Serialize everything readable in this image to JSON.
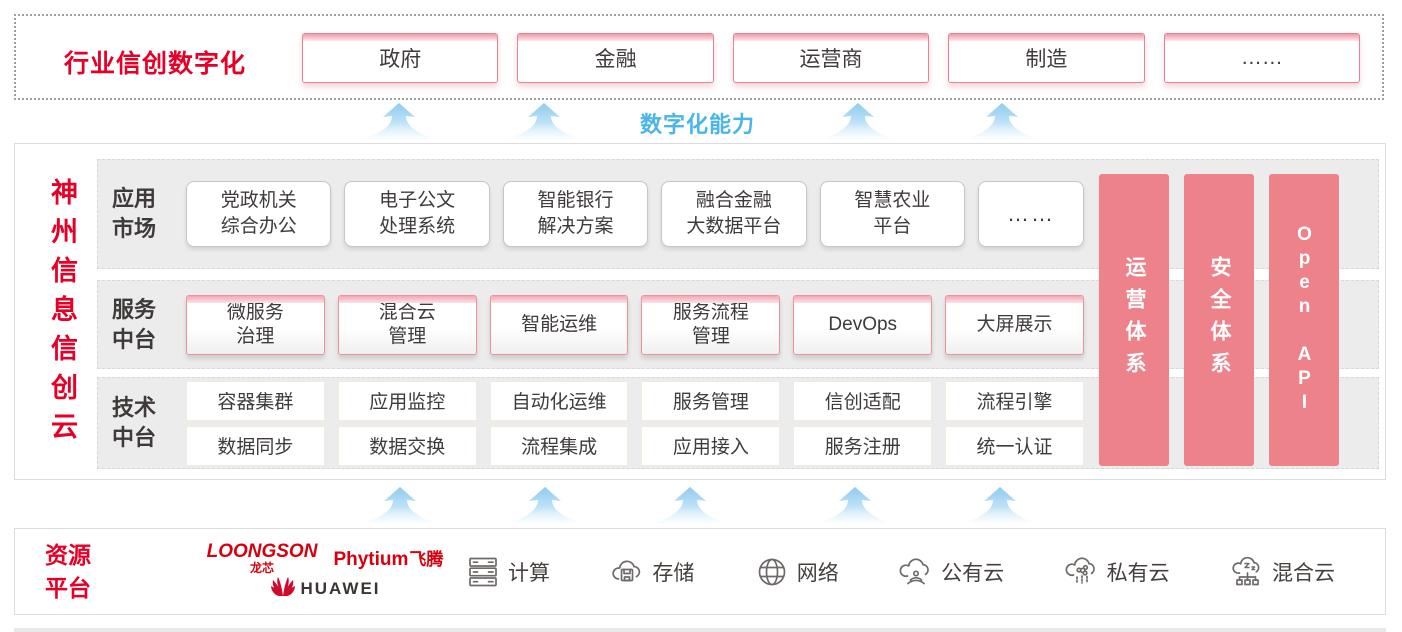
{
  "colors": {
    "brand_red": "#e60027",
    "pillar_pink": "#ee828b",
    "capability_blue": "#4ab5e8",
    "box_border_pink": "#f0919d",
    "strip_gray": "#ececec"
  },
  "top_banner": {
    "label": "行业信创数字化",
    "industries": [
      "政府",
      "金融",
      "运营商",
      "制造",
      "……"
    ]
  },
  "capability_banner": {
    "label": "数字化能力"
  },
  "cloud_platform": {
    "title": "神州信息信创云",
    "pillars": [
      "运营体系",
      "安全体系",
      "Open API"
    ],
    "app_market": {
      "label": "应用\n市场",
      "items": [
        "党政机关\n综合办公",
        "电子公文\n处理系统",
        "智能银行\n解决方案",
        "融合金融\n大数据平台",
        "智慧农业\n平台",
        "……"
      ]
    },
    "service_platform": {
      "label": "服务\n中台",
      "items": [
        "微服务\n治理",
        "混合云\n管理",
        "智能运维",
        "服务流程\n管理",
        "DevOps",
        "大屏展示"
      ]
    },
    "tech_platform": {
      "label": "技术\n中台",
      "rows": [
        [
          "容器集群",
          "应用监控",
          "自动化运维",
          "服务管理",
          "信创适配",
          "流程引擎"
        ],
        [
          "数据同步",
          "数据交换",
          "流程集成",
          "应用接入",
          "服务注册",
          "统一认证"
        ]
      ]
    }
  },
  "resource_platform": {
    "label": "资源\n平台",
    "vendors": {
      "loongson_en": "LOONGSON",
      "loongson_cn": "龙芯",
      "phytium_en": "Phytium",
      "phytium_cn": "飞腾",
      "huawei": "HUAWEI"
    },
    "resources": [
      {
        "icon": "compute-icon",
        "label": "计算"
      },
      {
        "icon": "storage-icon",
        "label": "存储"
      },
      {
        "icon": "network-icon",
        "label": "网络"
      },
      {
        "icon": "public-cloud-icon",
        "label": "公有云"
      },
      {
        "icon": "private-cloud-icon",
        "label": "私有云"
      },
      {
        "icon": "hybrid-cloud-icon",
        "label": "混合云"
      }
    ]
  }
}
